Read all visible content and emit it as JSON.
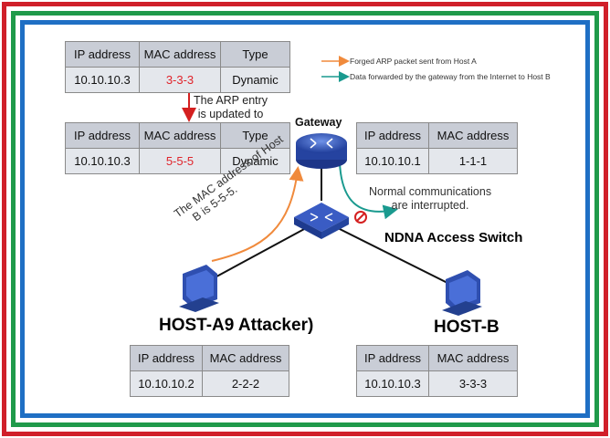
{
  "tables": {
    "top_left": {
      "headers": [
        "IP address",
        "MAC address",
        "Type"
      ],
      "row": [
        "10.10.10.3",
        "3-3-3",
        "Dynamic"
      ]
    },
    "mid_left": {
      "headers": [
        "IP address",
        "MAC address",
        "Type"
      ],
      "row": [
        "10.10.10.3",
        "5-5-5",
        "Dynamic"
      ]
    },
    "gateway": {
      "headers": [
        "IP address",
        "MAC address"
      ],
      "row": [
        "10.10.10.1",
        "1-1-1"
      ]
    },
    "host_a": {
      "headers": [
        "IP address",
        "MAC address"
      ],
      "row": [
        "10.10.10.2",
        "2-2-2"
      ]
    },
    "host_b": {
      "headers": [
        "IP address",
        "MAC address"
      ],
      "row": [
        "10.10.10.3",
        "3-3-3"
      ]
    }
  },
  "legend": {
    "forged": "Forged ARP packet sent from Host A",
    "forwarded": "Data forwarded by the gateway from the Internet to Host B"
  },
  "labels": {
    "arp_update_line1": "The ARP entry",
    "arp_update_line2": "is updated to",
    "gateway": "Gateway",
    "interrupted_line1": "Normal communications",
    "interrupted_line2": "are interrupted.",
    "switch": "NDNA Access Switch",
    "forged_line1": "The MAC address of Host",
    "forged_line2": "B is 5-5-5.",
    "host_a": "HOST-A9 Attacker)",
    "host_b": "HOST-B"
  },
  "colors": {
    "frame_outer": "#d0202a",
    "frame_middle": "#1f9a4a",
    "frame_inner": "#1f6fc4",
    "forged_arrow": "#f08a3c",
    "forward_arrow": "#1a9a8f",
    "device": "#2f4fb0",
    "highlight": "#e0242b"
  },
  "icons": [
    "gateway-router-icon",
    "access-switch-icon",
    "host-a-computer-icon",
    "host-b-computer-icon",
    "blocked-icon"
  ]
}
